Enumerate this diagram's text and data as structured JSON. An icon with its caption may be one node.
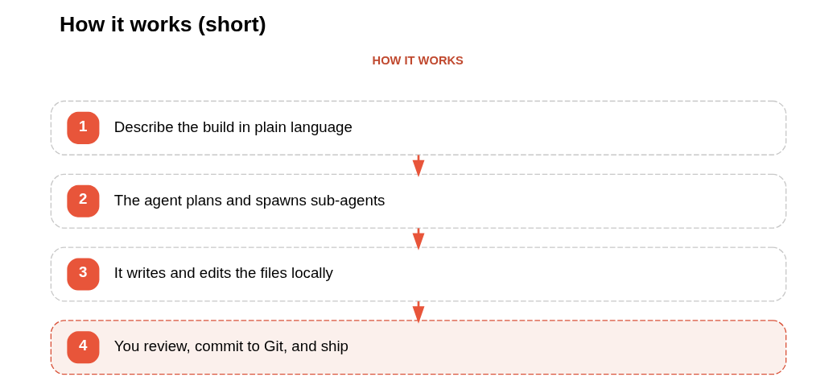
{
  "diagram": {
    "title": "How it works (short)",
    "nodes": [
      {
        "text": [
          "1",
          "Describe the build in plain language"
        ]
      },
      {
        "text": [
          "2",
          "The agent plans and spawns sub-agents"
        ]
      },
      {
        "text": [
          "3",
          "It writes and edits the files locally"
        ]
      },
      {
        "text": [
          "4",
          "You review, commit to Git, and ship"
        ]
      }
    ],
    "edges": [
      {
        "from": 0,
        "to": 1,
        "arrow": "to"
      },
      {
        "from": 1,
        "to": 2,
        "arrow": "to"
      },
      {
        "from": 2,
        "to": 3,
        "arrow": "to"
      }
    ],
    "labels": [
      "HOW IT WORKS"
    ]
  }
}
